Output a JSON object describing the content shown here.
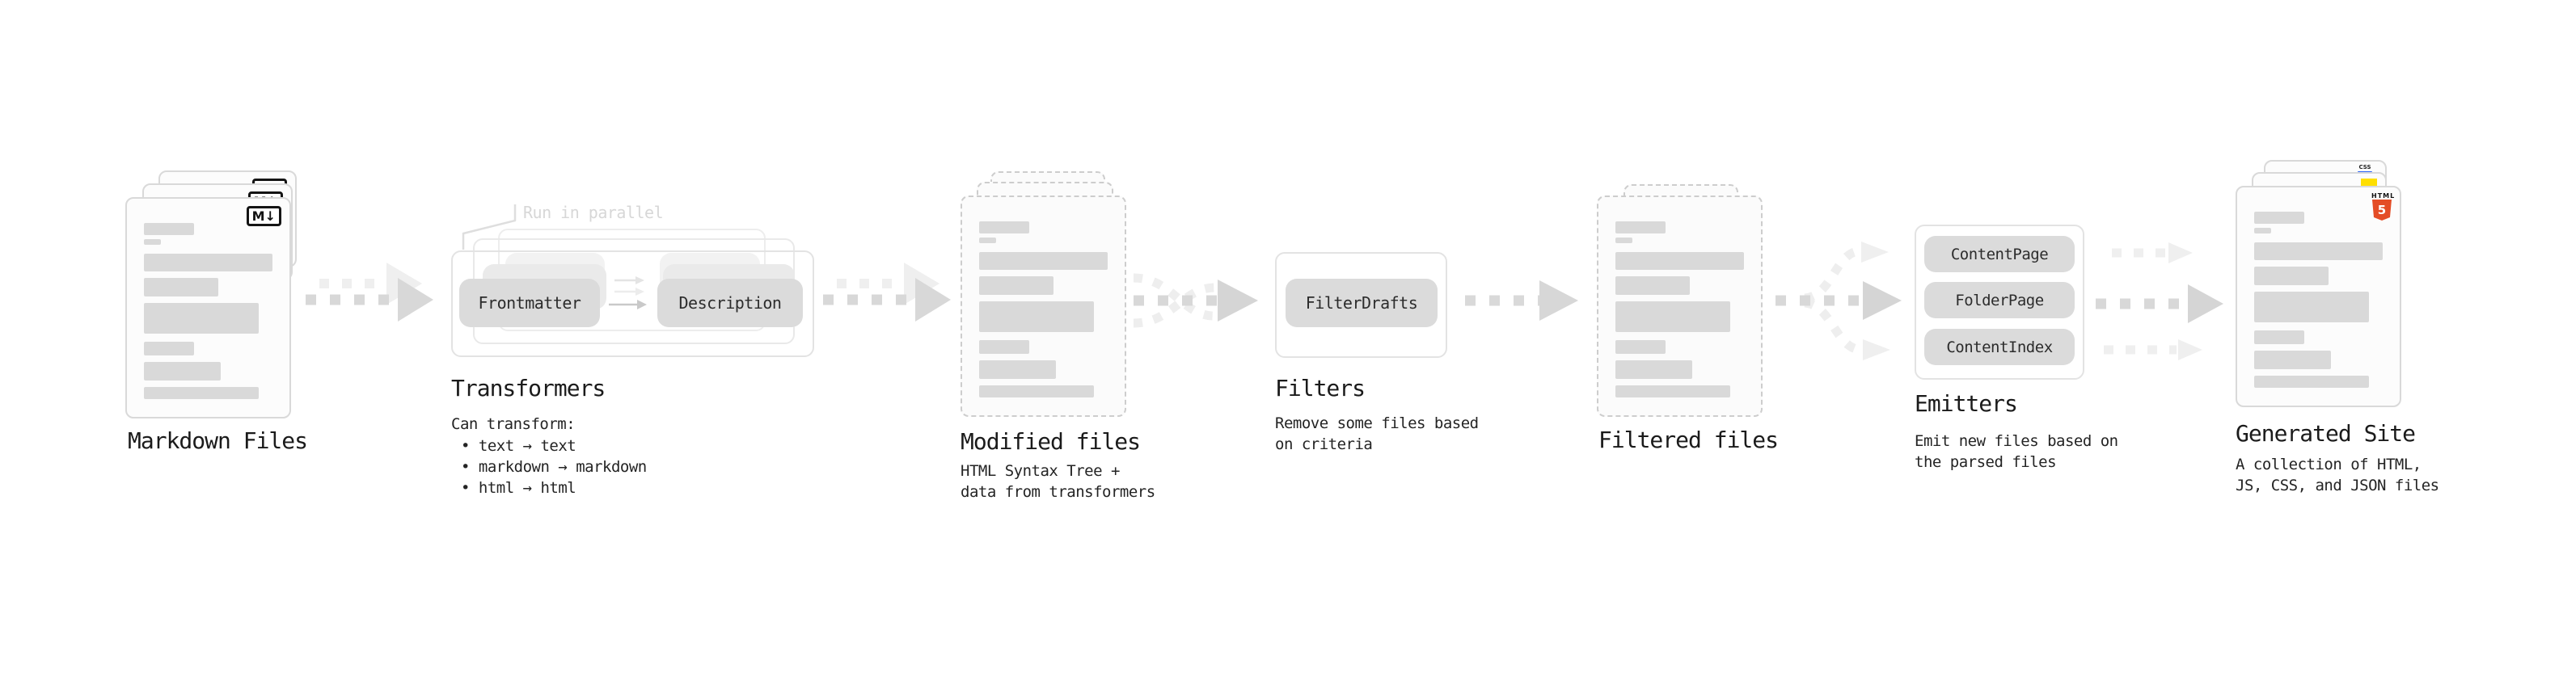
{
  "pipeline": {
    "markdown_files": {
      "label": "Markdown Files",
      "badge": "M↓"
    },
    "transformers": {
      "annotation": "Run in parallel",
      "pills": [
        "Frontmatter",
        "Description"
      ],
      "label": "Transformers",
      "caption_title": "Can transform:",
      "bullets": [
        "• text → text",
        "• markdown → markdown",
        "• html → html"
      ]
    },
    "modified_files": {
      "label": "Modified files",
      "caption_lines": [
        "HTML Syntax Tree +",
        "data from transformers"
      ]
    },
    "filters": {
      "label": "Filters",
      "pills": [
        "FilterDrafts"
      ],
      "caption_lines": [
        "Remove some files based",
        "on criteria"
      ]
    },
    "filtered_files": {
      "label": "Filtered files"
    },
    "emitters": {
      "label": "Emitters",
      "pills": [
        "ContentPage",
        "FolderPage",
        "ContentIndex"
      ],
      "caption_lines": [
        "Emit new files based on",
        "the parsed files"
      ]
    },
    "generated_site": {
      "label": "Generated Site",
      "caption_lines": [
        "A collection of HTML,",
        "JS, CSS, and JSON files"
      ],
      "badges": {
        "html_text": "HTML",
        "html_number": "5",
        "css": "CSS"
      }
    }
  },
  "colors": {
    "html5_orange": "#e44d26",
    "js_yellow": "#ffdf00",
    "css_blue": "#2b63f6",
    "bar_gray": "#d9d9d9",
    "arrow_gray": "#d8d8d8",
    "arrow_light": "#efefef"
  }
}
